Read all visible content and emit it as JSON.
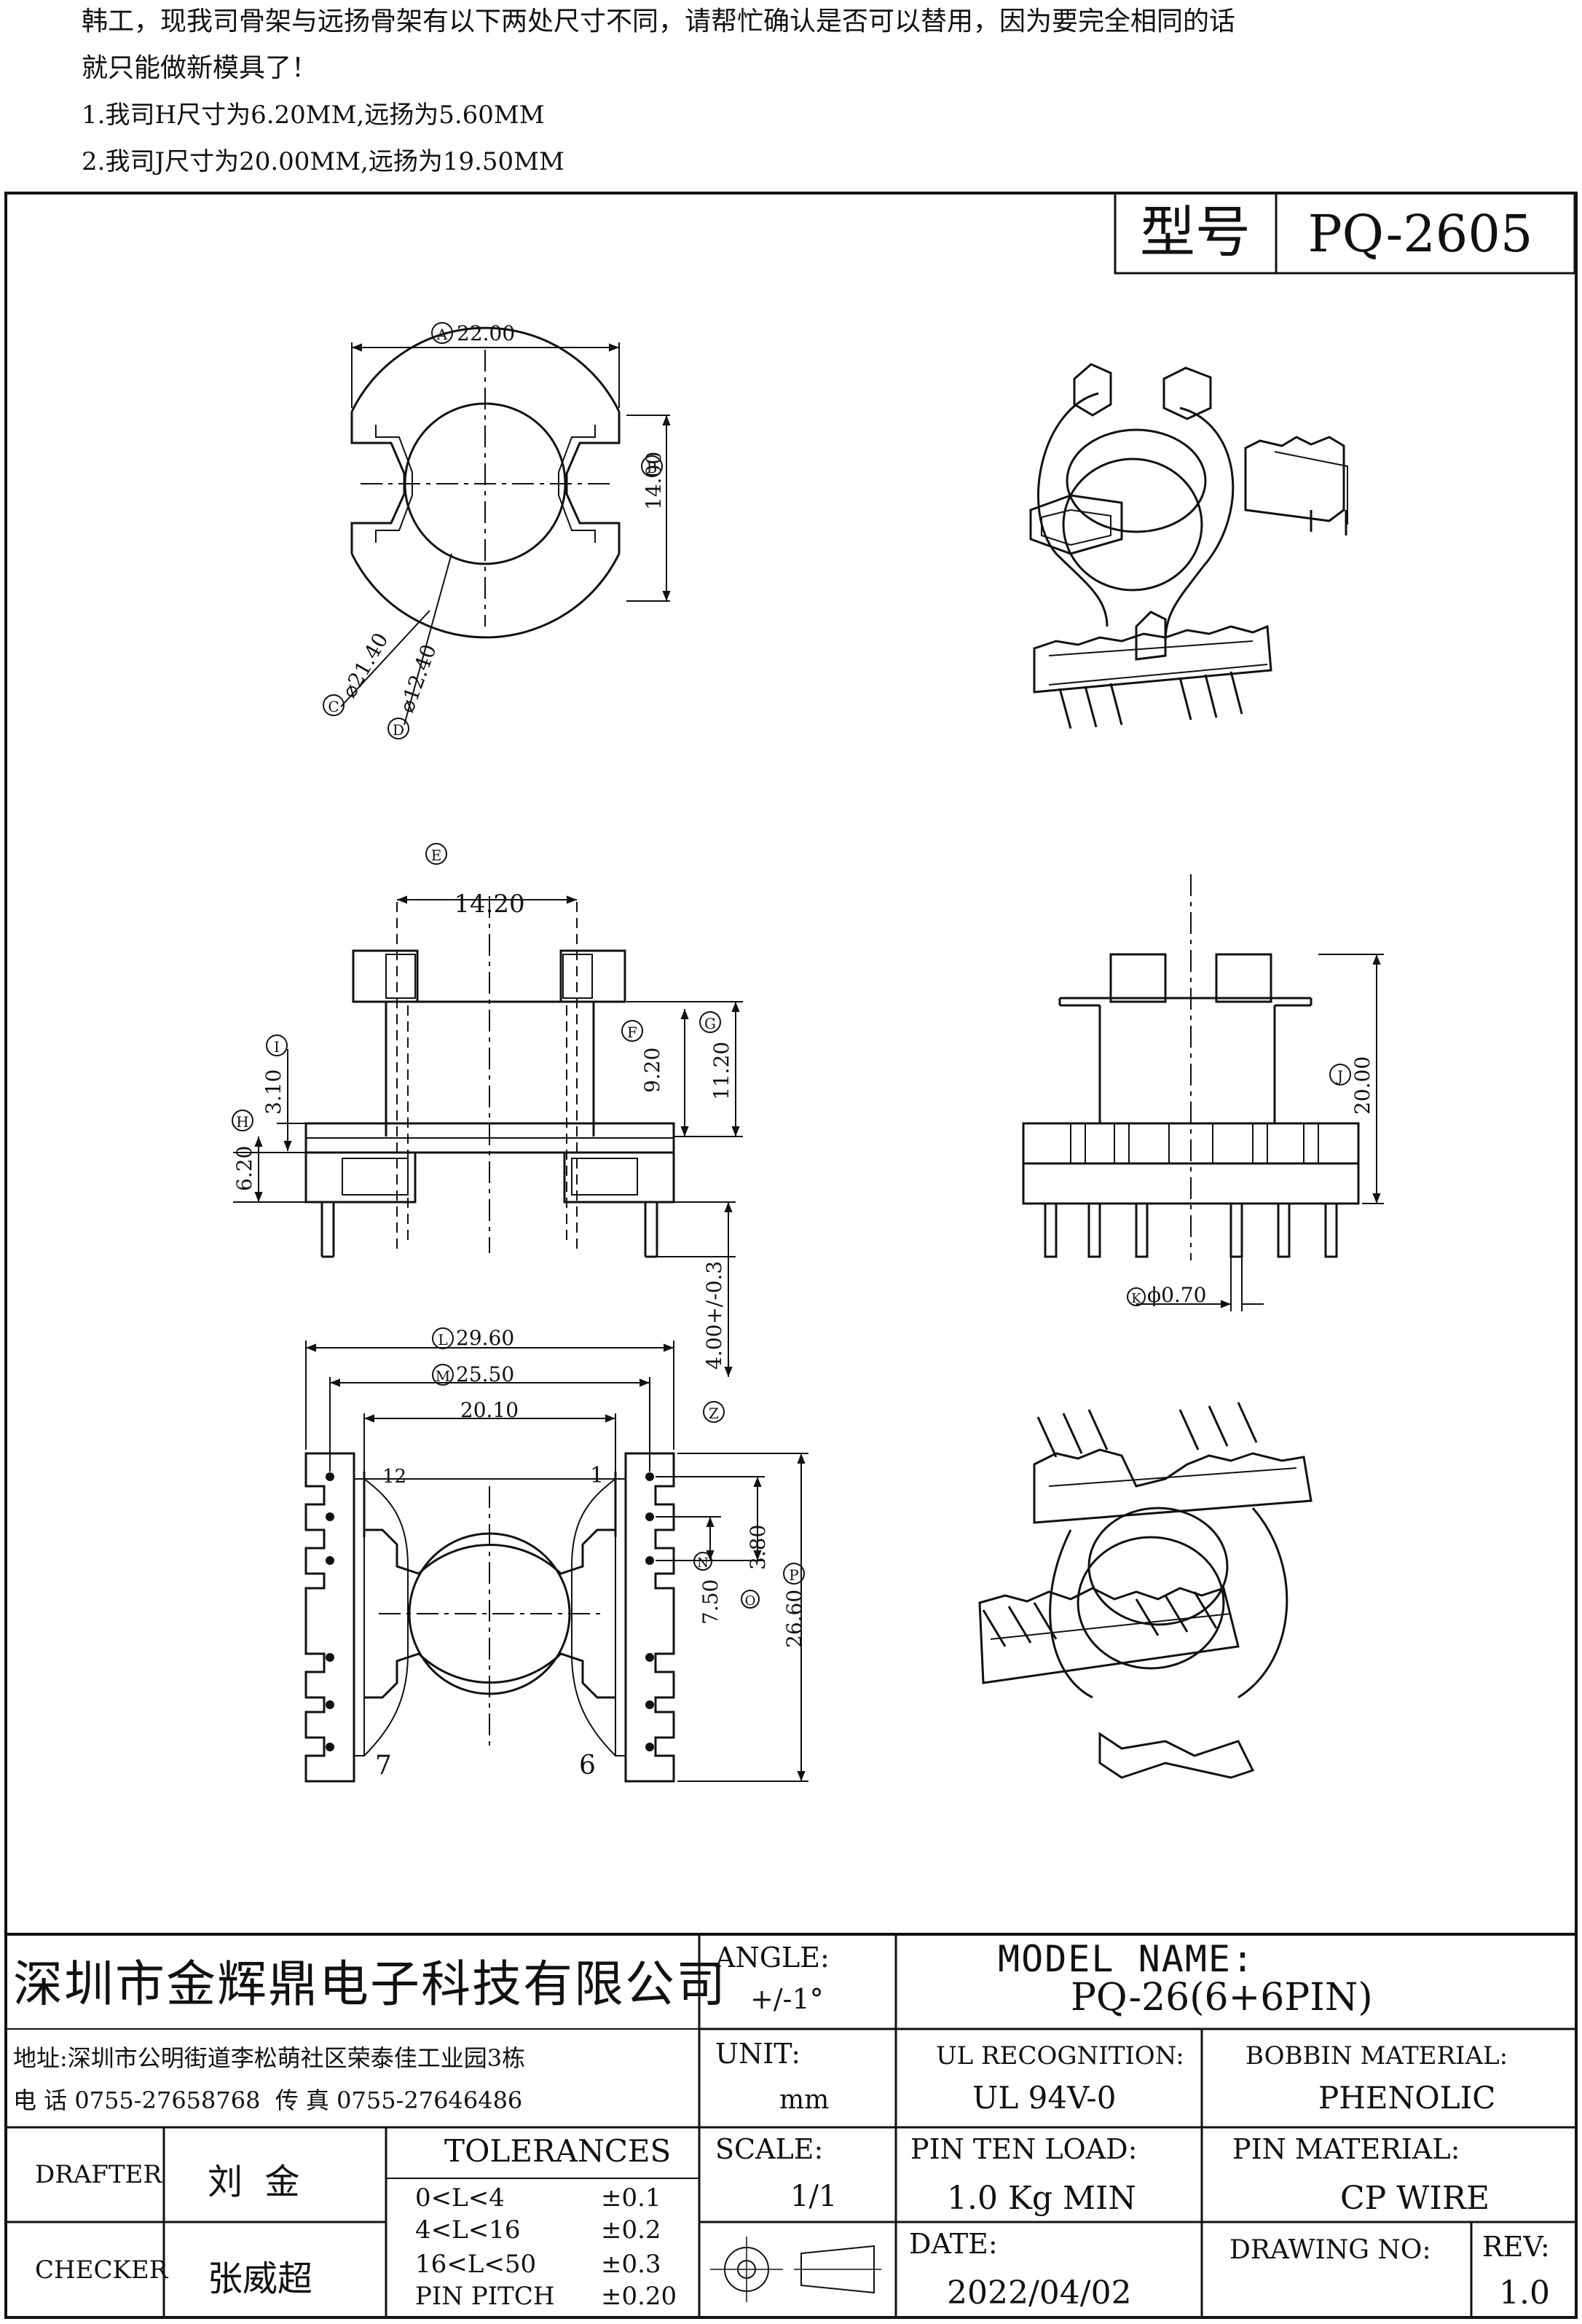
{
  "notes": {
    "line1": "韩工，现我司骨架与远扬骨架有以下两处尺寸不同，请帮忙确认是否可以替用，因为要完全相同的话",
    "line2": "就只能做新模具了！",
    "line3": "1.我司H尺寸为6.20MM,远扬为5.60MM",
    "line4": "2.我司J尺寸为20.00MM,远扬为19.50MM"
  },
  "header": {
    "model_label": "型号",
    "model_value": "PQ-2605"
  },
  "dims": {
    "A": {
      "letter": "A",
      "value": "22.00"
    },
    "B": {
      "letter": "B",
      "value": "14.00"
    },
    "C": {
      "letter": "C",
      "value": "⌀21.40"
    },
    "D": {
      "letter": "D",
      "value": "⌀12.40"
    },
    "E": {
      "letter": "E",
      "value": "14.20"
    },
    "F": {
      "letter": "F",
      "value": "9.20"
    },
    "G": {
      "letter": "G",
      "value": "11.20"
    },
    "H": {
      "letter": "H",
      "value": "6.20"
    },
    "I": {
      "letter": "I",
      "value": "3.10"
    },
    "J": {
      "letter": "J",
      "value": "20.00"
    },
    "K": {
      "letter": "K",
      "value": "ϕ0.70"
    },
    "L": {
      "letter": "L",
      "value": "29.60"
    },
    "M": {
      "letter": "M",
      "value": "25.50"
    },
    "N": {
      "letter": "N",
      "value": "7.50"
    },
    "O": {
      "letter": "O",
      "value": "3.80"
    },
    "P": {
      "letter": "P",
      "value": "26.60"
    },
    "Z": {
      "letter": "Z",
      "value": "4.00+/-0.3"
    },
    "W": {
      "value": "20.10"
    }
  },
  "pins": {
    "p12": "12",
    "p1": "1",
    "p7": "7",
    "p6": "6"
  },
  "title_block": {
    "company": "深圳市金辉鼎电子科技有限公司",
    "address": "地址:深圳市公明街道李松萌社区荣泰佳工业园3栋",
    "phone": "电 话 0755-27658768  传 真 0755-27646486",
    "angle_label": "ANGLE:",
    "angle_value": "+/-1°",
    "model_name_label": "MODEL NAME:",
    "model_name_value": "PQ-26(6+6PIN)",
    "unit_label": "UNIT:",
    "unit_value": "mm",
    "ul_label": "UL RECOGNITION:",
    "ul_value": "UL 94V-0",
    "bobbin_label": "BOBBIN MATERIAL:",
    "bobbin_value": "PHENOLIC",
    "drafter_label": "DRAFTER",
    "drafter_value": "刘  金",
    "checker_label": "CHECKER",
    "checker_value": "张威超",
    "tolerances_label": "TOLERANCES",
    "tolerances": [
      {
        "range": "0<L<4",
        "tol": "±0.1"
      },
      {
        "range": "4<L<16",
        "tol": "±0.2"
      },
      {
        "range": "16<L<50",
        "tol": "±0.3"
      },
      {
        "range": "PIN PITCH",
        "tol": "±0.20"
      }
    ],
    "scale_label": "SCALE:",
    "scale_value": "1/1",
    "pin_ten_label": "PIN TEN LOAD:",
    "pin_ten_value": "1.0 Kg MIN",
    "pin_material_label": "PIN MATERIAL:",
    "pin_material_value": "CP WIRE",
    "date_label": "DATE:",
    "date_value": "2022/04/02",
    "drawing_no_label": "DRAWING NO:",
    "rev_label": "REV:",
    "rev_value": "1.0"
  }
}
